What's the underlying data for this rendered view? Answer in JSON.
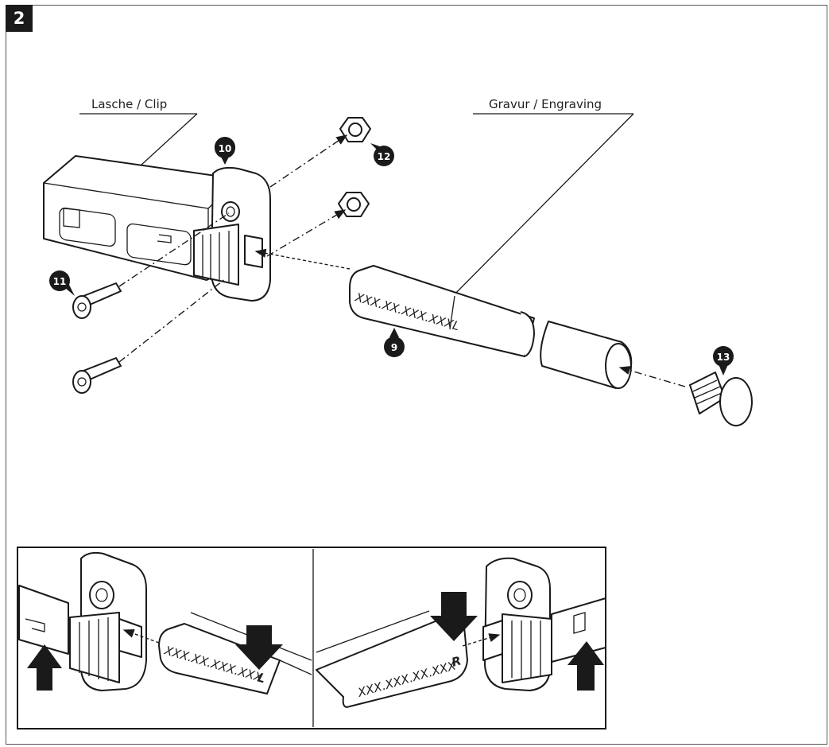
{
  "step": {
    "number": "2"
  },
  "labels": {
    "clip": "Lasche / Clip",
    "engraving": "Gravur / Engraving"
  },
  "callouts": {
    "tube": "9",
    "bracket": "10",
    "screw": "11",
    "nut": "12",
    "plug": "13"
  },
  "engraving_text": {
    "main": "XXX.XX.XXX.XXXL",
    "detail_left": "XXX.XX.XXX.XXX",
    "detail_left_suffix": "L",
    "detail_right": "XXX.XXX.XX.XXX",
    "detail_right_suffix": "R"
  },
  "detail_marks": {
    "left": "L",
    "right": "R"
  }
}
